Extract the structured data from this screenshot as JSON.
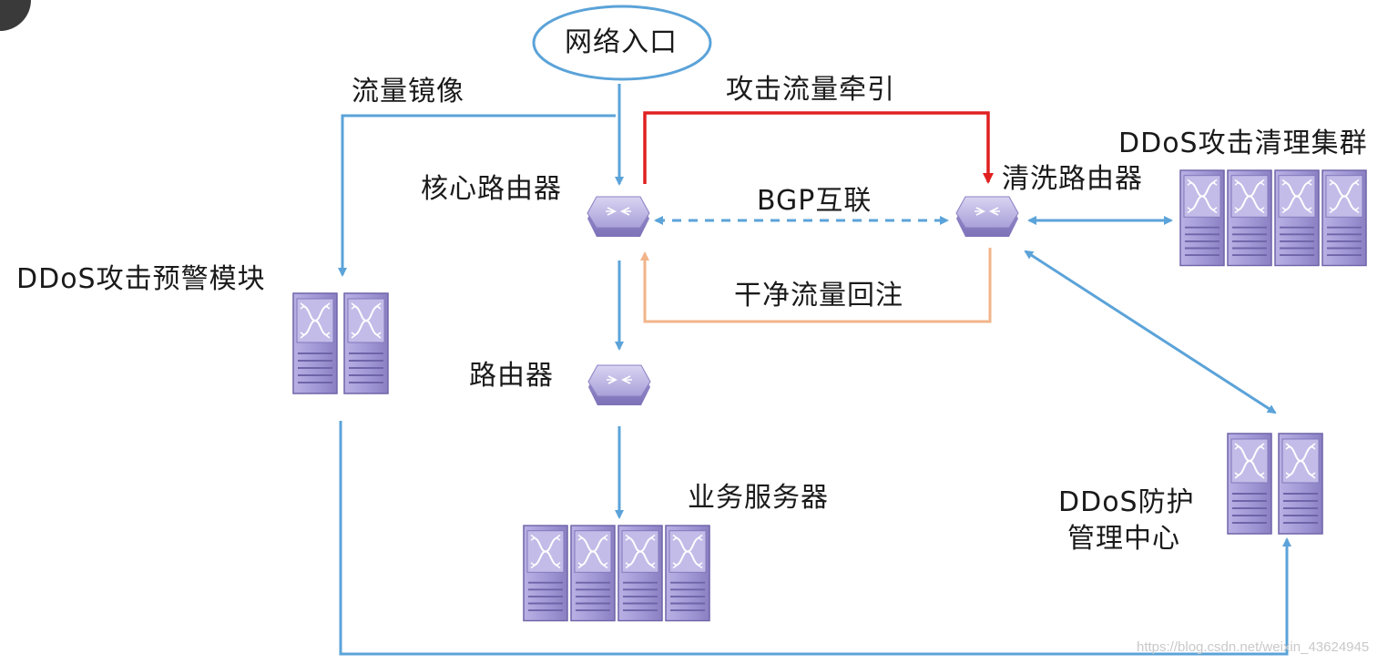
{
  "labels": {
    "entry": "网络入口",
    "mirror": "流量镜像",
    "divert": "攻击流量牵引",
    "core_router": "核心路由器",
    "bgp": "BGP互联",
    "scrub_router": "清洗路由器",
    "cluster": "DDoS攻击清理集群",
    "warning": "DDoS攻击预警模块",
    "reinject": "干净流量回注",
    "router": "路由器",
    "servers": "业务服务器",
    "mgmt_line1": "DDoS防护",
    "mgmt_line2": "管理中心"
  },
  "watermark": "https://blog.csdn.net/weixin_43624945",
  "colors": {
    "flow_blue": "#5ba3d9",
    "attack_red": "#e02020",
    "clean_orange": "#f2b48a",
    "device_purple": "#a49ad6"
  }
}
